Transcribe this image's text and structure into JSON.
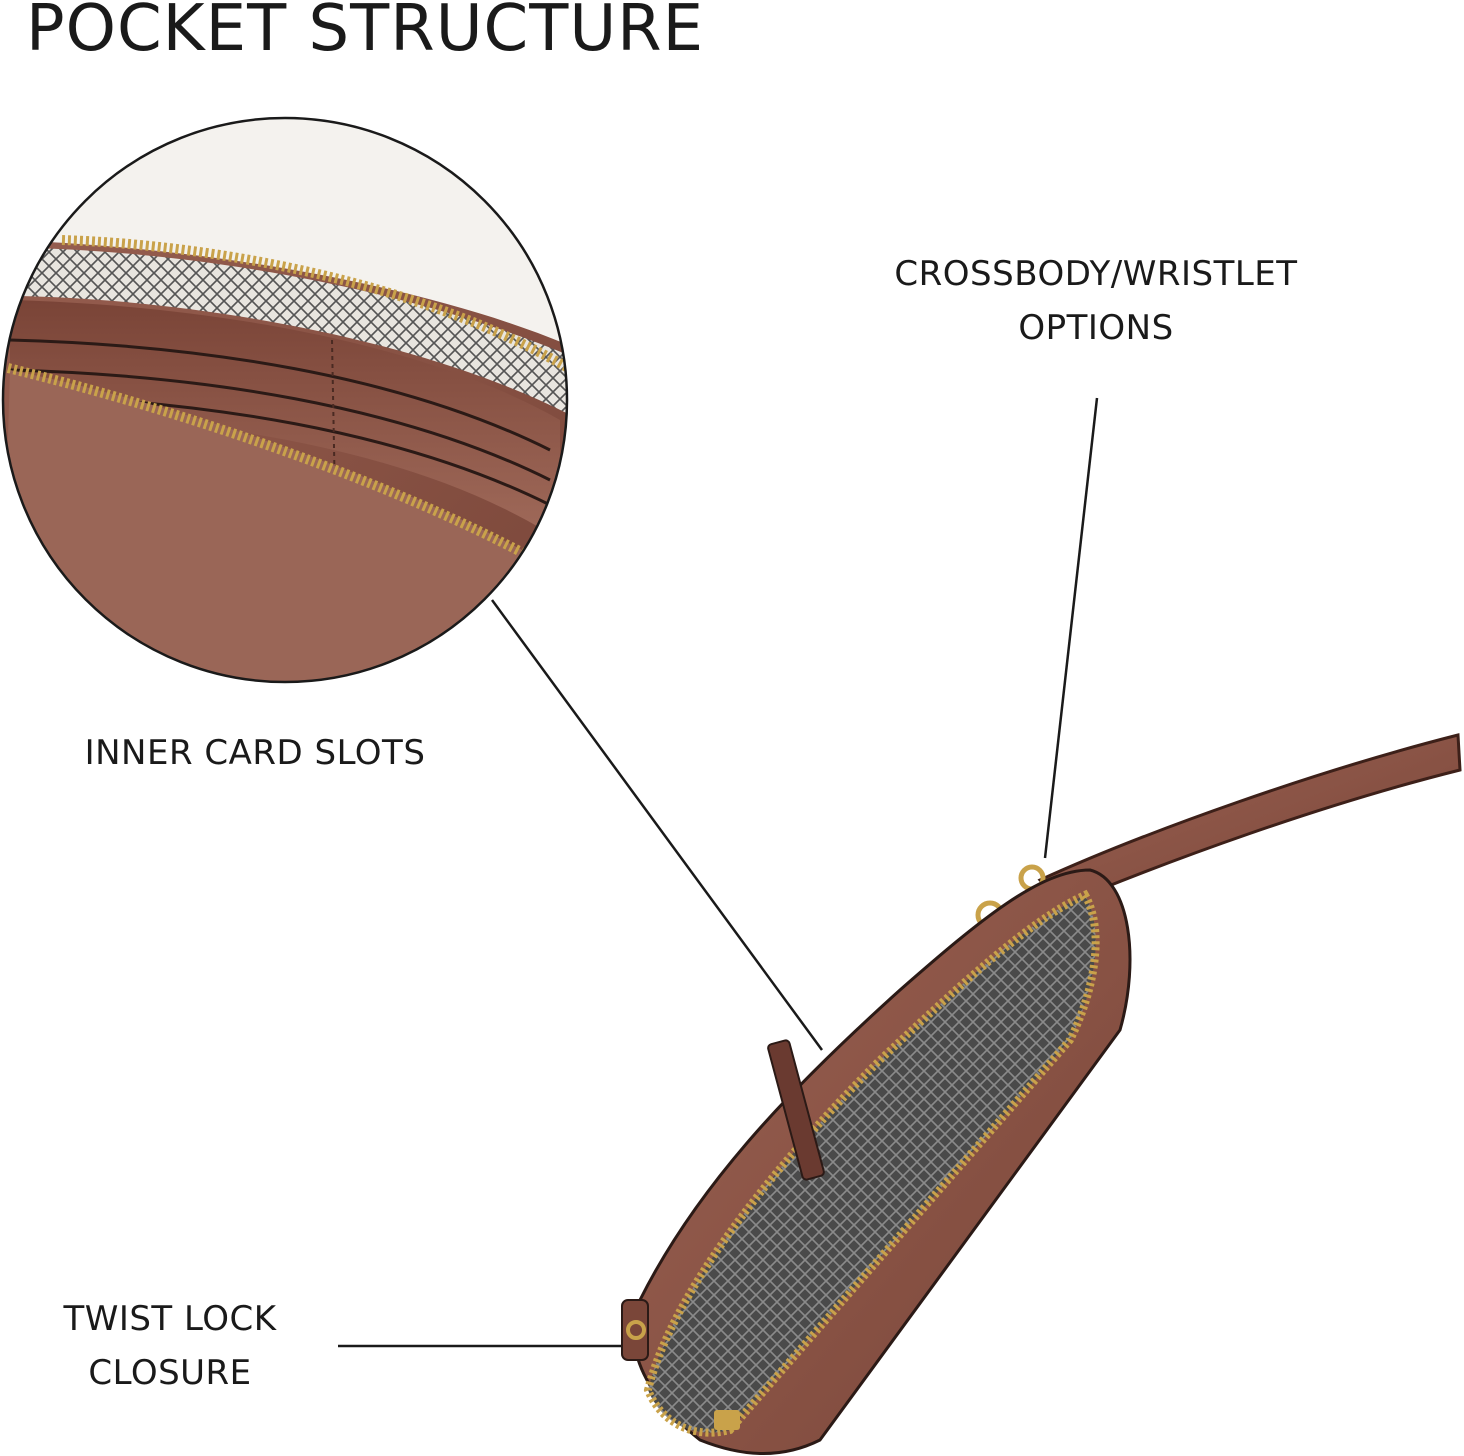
{
  "title": "POCKET STRUCTURE",
  "callouts": {
    "crossbody": {
      "line1": "CROSSBODY/WRISTLET",
      "line2": "OPTIONS"
    },
    "inner_slots": {
      "text": "INNER CARD SLOTS"
    },
    "twist_lock": {
      "line1": "TWIST LOCK",
      "line2": "CLOSURE"
    }
  },
  "colors": {
    "leather": "#8c5447",
    "leather_dark": "#5e332b",
    "lining_dark": "#3a3a3a",
    "zipper_gold": "#c9a24a",
    "line": "#1a1a1a"
  }
}
